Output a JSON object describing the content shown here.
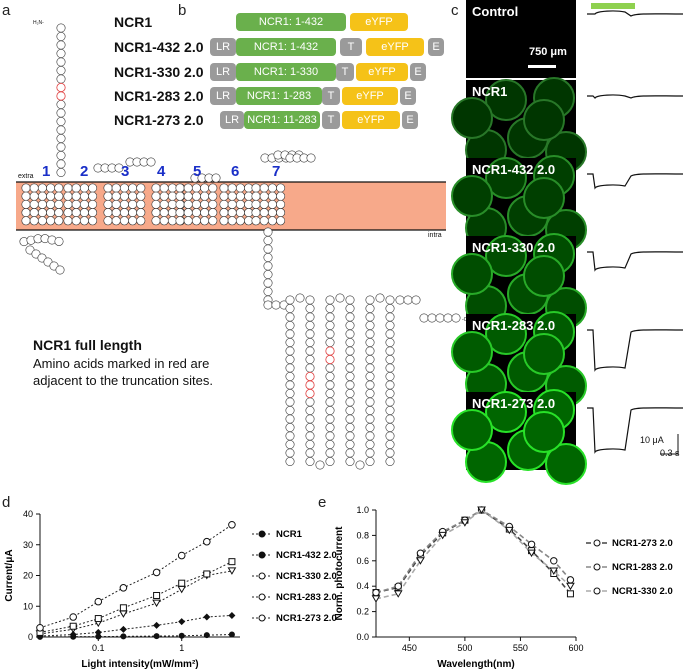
{
  "panel_letters": {
    "a": "a",
    "b": "b",
    "c": "c",
    "d": "d",
    "e": "e"
  },
  "panel_a": {
    "nterm": "H₂N-",
    "cterm": "-COOH",
    "extra": "extra",
    "intra": "intra",
    "helices": [
      "1",
      "2",
      "3",
      "4",
      "5",
      "6",
      "7"
    ],
    "title": "NCR1 full length",
    "caption_line1": "Amino acids marked in red are",
    "caption_line2": "adjacent to the truncation sites.",
    "membrane_color": "#f7a98a",
    "helix_num_color": "#1a2fc8"
  },
  "panel_b": {
    "constructs": [
      {
        "name": "NCR1",
        "segments": [
          "NCR1: 1-432",
          "eYFP"
        ]
      },
      {
        "name": "NCR1-432 2.0",
        "segments": [
          "LR",
          "NCR1: 1-432",
          "T",
          "eYFP",
          "E"
        ]
      },
      {
        "name": "NCR1-330 2.0",
        "segments": [
          "LR",
          "NCR1: 1-330",
          "T",
          "eYFP",
          "E"
        ]
      },
      {
        "name": "NCR1-283 2.0",
        "segments": [
          "LR",
          "NCR1: 1-283",
          "T",
          "eYFP",
          "E"
        ]
      },
      {
        "name": "NCR1-273 2.0",
        "segments": [
          "LR",
          "NCR1: 11-283",
          "T",
          "eYFP",
          "E"
        ]
      }
    ]
  },
  "panel_c": {
    "rows": [
      "Control",
      "NCR1",
      "NCR1-432 2.0",
      "NCR1-330 2.0",
      "NCR1-283 2.0",
      "NCR1-273 2.0"
    ],
    "scale_bar": "750 μm",
    "scale_current": "10 μA",
    "scale_time": "0.3 s",
    "light_bar_color": "#8fd14f"
  },
  "chart_data": [
    {
      "type": "line",
      "panel": "d",
      "xlabel": "Light intensity(mW/mm²)",
      "ylabel": "Current/μA",
      "xscale": "log",
      "xticks": [
        "0.1",
        "1"
      ],
      "ylim": [
        0,
        40
      ],
      "yticks": [
        "0",
        "10",
        "20",
        "30",
        "40"
      ],
      "x": [
        0.02,
        0.05,
        0.1,
        0.2,
        0.5,
        1,
        2,
        4
      ],
      "series": [
        {
          "name": "NCR1",
          "values": [
            0.05,
            0.1,
            0.15,
            0.2,
            0.3,
            0.4,
            0.6,
            0.8
          ]
        },
        {
          "name": "NCR1-432 2.0",
          "values": [
            0.3,
            0.8,
            1.5,
            2.5,
            3.8,
            5.0,
            6.5,
            7.0
          ]
        },
        {
          "name": "NCR1-330 2.0",
          "values": [
            1.0,
            2.5,
            4.5,
            7.5,
            11.0,
            15.5,
            20.0,
            21.5
          ]
        },
        {
          "name": "NCR1-283 2.0",
          "values": [
            1.5,
            3.5,
            6.0,
            9.5,
            13.5,
            17.5,
            20.5,
            24.5
          ]
        },
        {
          "name": "NCR1-273 2.0",
          "values": [
            3.0,
            6.5,
            11.5,
            16.0,
            21.0,
            26.5,
            31.0,
            36.5
          ]
        }
      ]
    },
    {
      "type": "line",
      "panel": "e",
      "xlabel": "Wavelength(nm)",
      "ylabel": "Norm. photocurrent",
      "xlim": [
        420,
        600
      ],
      "ylim": [
        0,
        1.0
      ],
      "xticks": [
        "450",
        "500",
        "550",
        "600"
      ],
      "yticks": [
        "0.0",
        "0.2",
        "0.4",
        "0.6",
        "0.8",
        "1.0"
      ],
      "x": [
        420,
        440,
        460,
        480,
        500,
        515,
        540,
        560,
        580,
        595
      ],
      "series": [
        {
          "name": "NCR1-273 2.0",
          "values": [
            0.35,
            0.39,
            0.64,
            0.82,
            0.92,
            1.0,
            0.85,
            0.68,
            0.5,
            0.34
          ]
        },
        {
          "name": "NCR1-283 2.0",
          "values": [
            0.35,
            0.4,
            0.66,
            0.83,
            0.92,
            1.0,
            0.87,
            0.73,
            0.6,
            0.45
          ]
        },
        {
          "name": "NCR1-330 2.0",
          "values": [
            0.3,
            0.34,
            0.6,
            0.8,
            0.9,
            1.0,
            0.84,
            0.66,
            0.52,
            0.4
          ]
        }
      ]
    }
  ]
}
